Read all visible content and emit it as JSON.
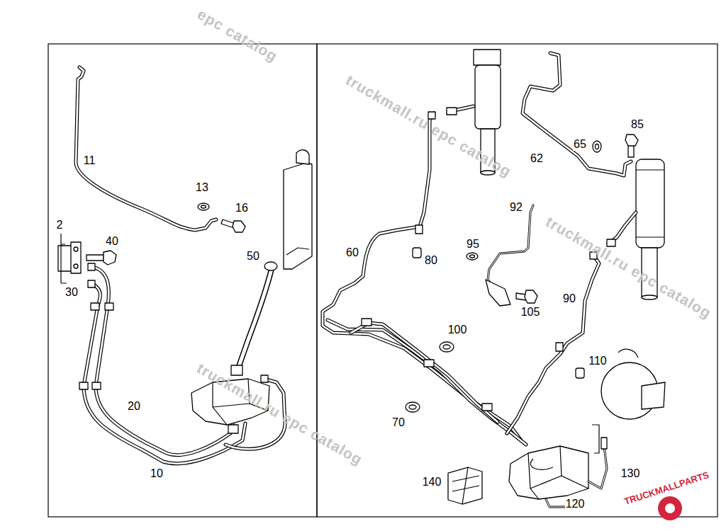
{
  "diagram": {
    "labels": [
      "11",
      "13",
      "16",
      "2",
      "40",
      "30",
      "50",
      "20",
      "10",
      "60",
      "62",
      "65",
      "85",
      "80",
      "92",
      "95",
      "105",
      "90",
      "100",
      "110",
      "70",
      "140",
      "120",
      "130",
      "epc catalog",
      "truckmall.ru epc catalog",
      "truckmall.ru epc catalog",
      "truckmall.ru epc catalog",
      "TRUCKMALLPARTS"
    ]
  }
}
